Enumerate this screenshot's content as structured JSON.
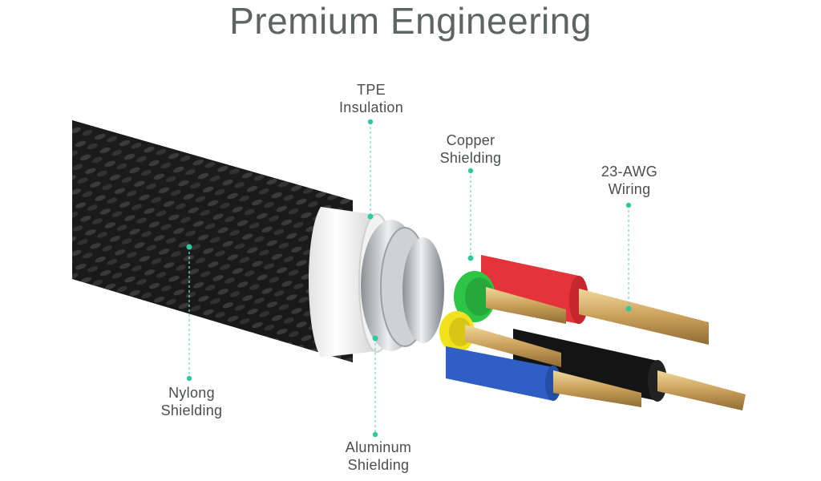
{
  "title": "Premium Engineering",
  "labels": {
    "tpe": [
      "TPE",
      "Insulation"
    ],
    "copper": [
      "Copper",
      "Shielding"
    ],
    "awg": [
      "23-AWG",
      "Wiring"
    ],
    "nylon": [
      "Nylong",
      "Shielding"
    ],
    "aluminum": [
      "Aluminum",
      "Shielding"
    ]
  },
  "colors": {
    "accent_dot": "#2fc9a0",
    "wire_red": "#e8323a",
    "wire_green": "#2ec446",
    "wire_yellow": "#f2e21e",
    "wire_blue": "#2f5fc4",
    "wire_black": "#151515",
    "copper_strand": "#d8b26a",
    "braid": "#1c1c1c",
    "jacket": "#f4f4f4",
    "foil": "#b8bcc0"
  }
}
